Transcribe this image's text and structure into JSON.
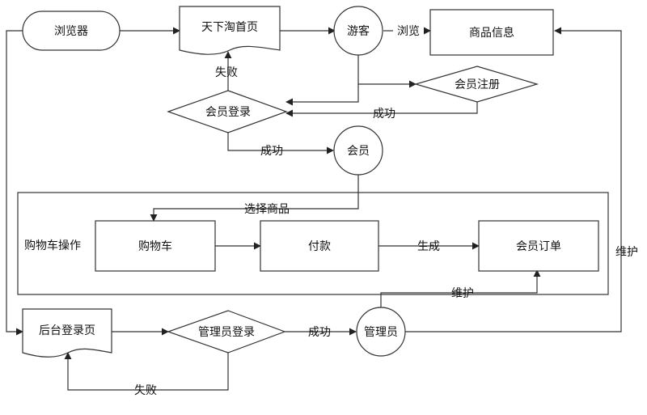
{
  "nodes": {
    "browser": "浏览器",
    "tianxiatao_home": "天下淘首页",
    "visitor": "游客",
    "product_info": "商品信息",
    "member_register": "会员注册",
    "member_login": "会员登录",
    "member": "会员",
    "cart_group": "购物车操作",
    "cart": "购物车",
    "payment": "付款",
    "member_order": "会员订单",
    "admin_login_page": "后台登录页",
    "admin_login": "管理员登录",
    "admin": "管理员"
  },
  "edge_labels": {
    "browse": "浏览",
    "login_fail": "失败",
    "register_success": "成功",
    "login_success": "成功",
    "select_product": "选择商品",
    "generate": "生成",
    "maintain_order": "维护",
    "maintain_product": "维护",
    "admin_success": "成功",
    "admin_fail": "失败"
  }
}
